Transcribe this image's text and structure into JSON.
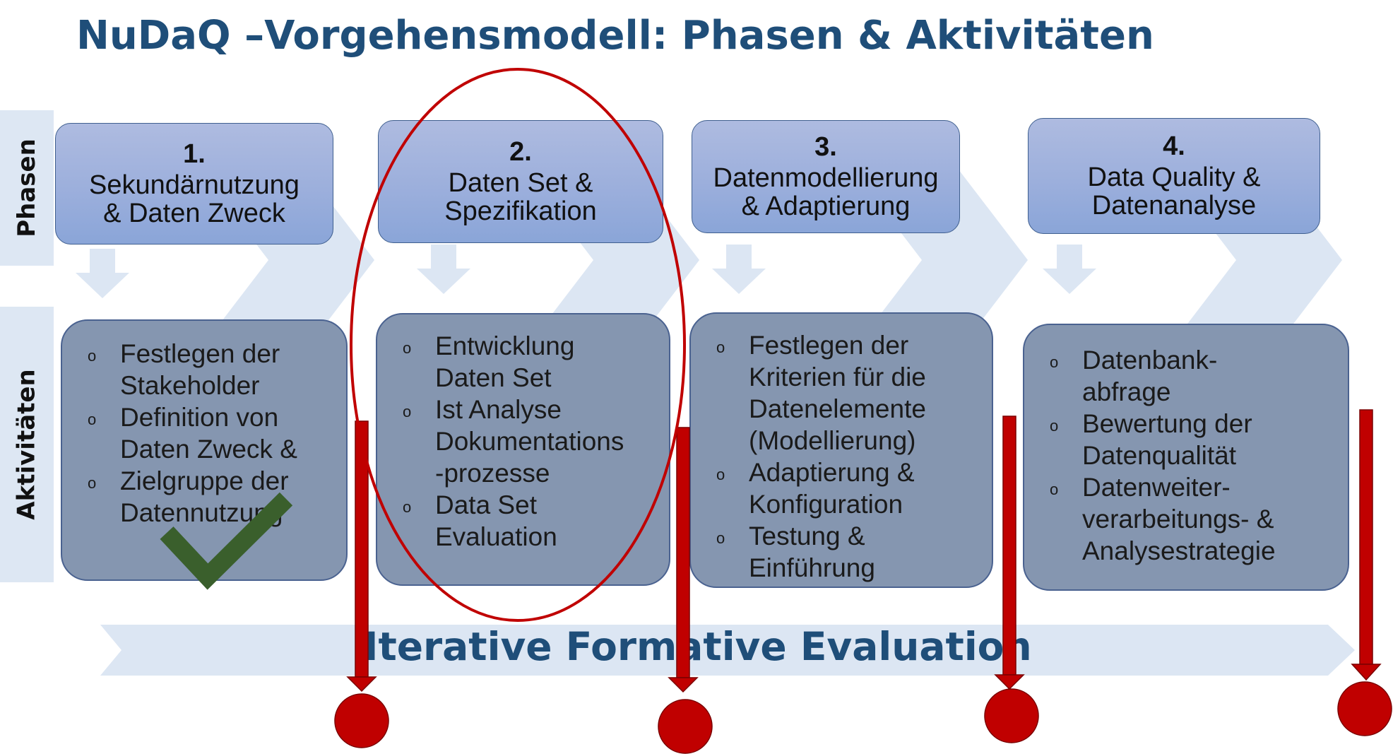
{
  "title": "NuDaQ –Vorgehensmodell: Phasen & Aktivitäten",
  "row_labels": {
    "phases": "Phasen",
    "activities": "Aktivitäten"
  },
  "phases": [
    {
      "number": "1.",
      "lines": [
        "Sekundärnutzung",
        "& Daten Zweck"
      ]
    },
    {
      "number": "2.",
      "lines": [
        "Daten Set &",
        "Spezifikation"
      ]
    },
    {
      "number": "3.",
      "lines": [
        "Datenmodellierung",
        "& Adaptierung"
      ]
    },
    {
      "number": "4.",
      "lines": [
        "Data Quality &",
        "Datenanalyse"
      ]
    }
  ],
  "activities": [
    [
      [
        "Festlegen der",
        "Stakeholder"
      ],
      [
        "Definition von",
        "Daten Zweck &"
      ],
      [
        "Zielgruppe der",
        "Datennutzung"
      ]
    ],
    [
      [
        "Entwicklung",
        "Daten Set"
      ],
      [
        "Ist Analyse",
        "Dokumentations",
        "-prozesse"
      ],
      [
        "Data Set",
        "Evaluation"
      ]
    ],
    [
      [
        "Festlegen der",
        "Kriterien für die",
        "Datenelemente",
        "(Modellierung)"
      ],
      [
        "Adaptierung &",
        "Konfiguration"
      ],
      [
        "Testung &",
        "Einführung"
      ]
    ],
    [
      [
        "Datenbank-",
        "abfrage"
      ],
      [
        "Bewertung der",
        "Datenqualität"
      ],
      [
        "Datenweiter-",
        "verarbeitungs- &",
        "Analysestrategie"
      ]
    ]
  ],
  "bullet_glyph": "o",
  "evaluation_label": "Iterative Formative Evaluation",
  "colors": {
    "title": "#1f4e79",
    "chevron": "#dce6f3",
    "phase_box": "#9cafdc",
    "activity_box": "#8596b0",
    "evaluation_marker": "#c00000",
    "highlight_ellipse": "#c00000",
    "checkmark": "#3a5f2c"
  },
  "completed_phase": 1,
  "highlighted_phase": 2
}
